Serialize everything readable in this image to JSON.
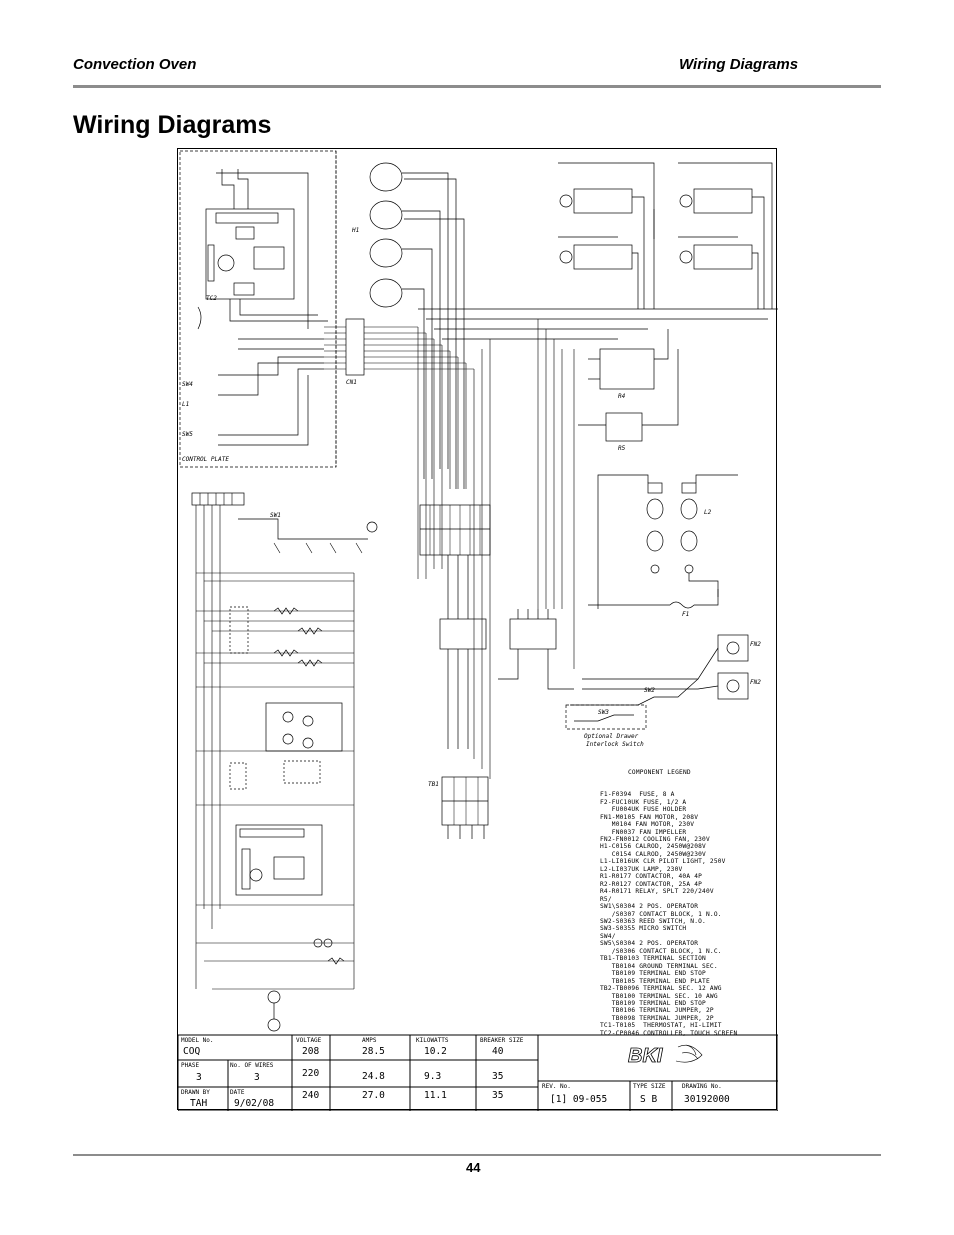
{
  "header": {
    "left": "Convection Oven",
    "right": "Wiring Diagrams"
  },
  "title": "Wiring Diagrams",
  "diagram_labels": {
    "control_plate": "CONTROL PLATE",
    "cn1": "CN1",
    "h1": "H1",
    "sw1": "SW1",
    "sw2": "SW2",
    "sw3": "SW3",
    "r4": "R4",
    "r5": "R5",
    "tb1": "TB1",
    "f1": "F1",
    "fn2a": "FN2",
    "fn2b": "FN2",
    "l2": "L2",
    "optional": "Optional Drawer",
    "interlock": "Interlock Switch",
    "tc2": "TC2",
    "sw5": "SW5",
    "l1": "L1",
    "sw4": "SW4"
  },
  "legend": {
    "title": "COMPONENT LEGEND",
    "lines": [
      "F1-F0394  FUSE, 8 A",
      "F2-FUC10UK FUSE, 1/2 A",
      "   FU004UK FUSE HOLDER",
      "FN1-M0105 FAN MOTOR, 208V",
      "   M0104 FAN MOTOR, 230V",
      "   FN0037 FAN IMPELLER",
      "FN2-FN0012 COOLING FAN, 230V",
      "H1-C0156 CALROD, 2450W@208V",
      "   C0154 CALROD, 2450W@230V",
      "L1-LI016UK CLR PILOT LIGHT, 250V",
      "L2-LI037UK LAMP, 230V",
      "R1-R0177 CONTACTOR, 40A 4P",
      "R2-R0127 CONTACTOR, 25A 4P",
      "R4-R0171 RELAY, SPLT 220/240V",
      "R5/",
      "SW1\\S0304 2 POS. OPERATOR",
      "   /S0307 CONTACT BLOCK, 1 N.O.",
      "SW2-S0363 REED SWITCH, N.O.",
      "SW3-S0355 MICRO SWITCH",
      "SW4/",
      "SW5\\S0304 2 POS. OPERATOR",
      "   /S0306 CONTACT BLOCK, 1 N.C.",
      "TB1-TB0103 TERMINAL SECTION",
      "   TB0104 GROUND TERMINAL SEC.",
      "   TB0109 TERMINAL END STOP",
      "   TB0105 TERMINAL END PLATE",
      "TB2-TB0096 TERMINAL SEC. 12 AWG",
      "   TB0100 TERMINAL SEC. 10 AWG",
      "   TB0109 TERMINAL END STOP",
      "   TB0106 TERMINAL JUMPER, 2P",
      "   TB0098 TERMINAL JUMPER, 2P",
      "TC1-T0105  THERMOSTAT, HI-LIMIT",
      "TC2-CP0046 CONTROLLER, TOUCH SCREEN"
    ]
  },
  "title_block": {
    "model_no_label": "MODEL No.",
    "model_no": "COQ",
    "phase_label": "PHASE",
    "phase": "3",
    "wires_label": "No. OF WIRES",
    "wires": "3",
    "drawn_by_label": "DRAWN BY",
    "drawn_by": "TAH",
    "date_label": "DATE",
    "date": "9/02/08",
    "voltage_label": "VOLTAGE",
    "amps_label": "AMPS",
    "kw_label": "KILOWATTS",
    "breaker_label": "BREAKER SIZE",
    "rows": [
      {
        "voltage": "208",
        "amps": "28.5",
        "kw": "10.2",
        "breaker": "40"
      },
      {
        "voltage": "220",
        "amps": "24.8",
        "kw": "9.3",
        "breaker": "35"
      },
      {
        "voltage": "240",
        "amps": "27.0",
        "kw": "11.1",
        "breaker": "35"
      }
    ],
    "rev_label": "REV. No.",
    "rev": "[1]  09-055",
    "type_label": "TYPE SIZE",
    "type_size": "S    B",
    "drawing_label": "DRAWING No.",
    "drawing_no": "30192000",
    "logo_text": "BKI"
  },
  "footer": {
    "page_number": "44"
  }
}
